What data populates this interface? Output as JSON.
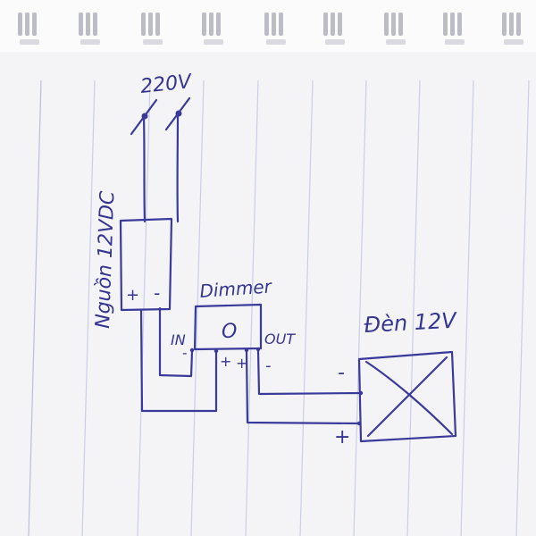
{
  "notebook": {
    "paper_color": "#f4f4f6",
    "rule_color": "#c9cde8",
    "margin_line_color": "#b9bde0",
    "ring_color": "#bcbcc4",
    "ink_color": "#3a3a9a"
  },
  "diagram": {
    "mains_label": "220V",
    "psu_label": "Nguồn 12VDC",
    "psu_plus": "+",
    "psu_minus": "-",
    "dimmer_label": "Dimmer",
    "dimmer_knob": "O",
    "dimmer_in": "IN",
    "dimmer_out": "OUT",
    "dimmer_in_minus": "-",
    "dimmer_in_plus": "+",
    "dimmer_out_plus": "+",
    "dimmer_out_minus": "-",
    "lamp_label": "Đèn 12V",
    "lamp_minus": "-",
    "lamp_plus": "+"
  }
}
